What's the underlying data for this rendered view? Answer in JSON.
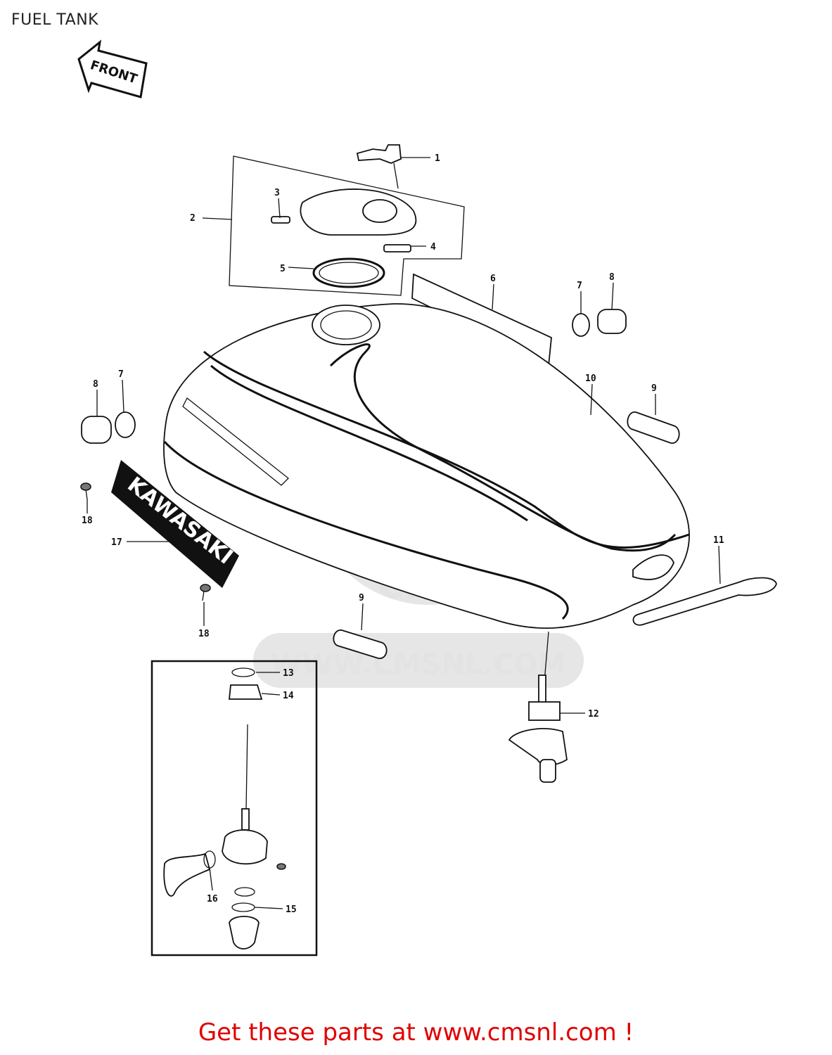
{
  "header": {
    "title": "FUEL TANK"
  },
  "front_arrow_label": "FRONT",
  "emblem_text": "KAWASAKI",
  "watermark": {
    "brand": "CMS",
    "url": "WWW.CMSNL.COM"
  },
  "callouts": [
    "1",
    "2",
    "3",
    "4",
    "5",
    "6",
    "7",
    "8",
    "7",
    "8",
    "10",
    "9",
    "11",
    "18",
    "17",
    "18",
    "9",
    "13",
    "14",
    "12",
    "16",
    "15"
  ],
  "footer": {
    "text": "Get these parts at www.cmsnl.com !"
  }
}
